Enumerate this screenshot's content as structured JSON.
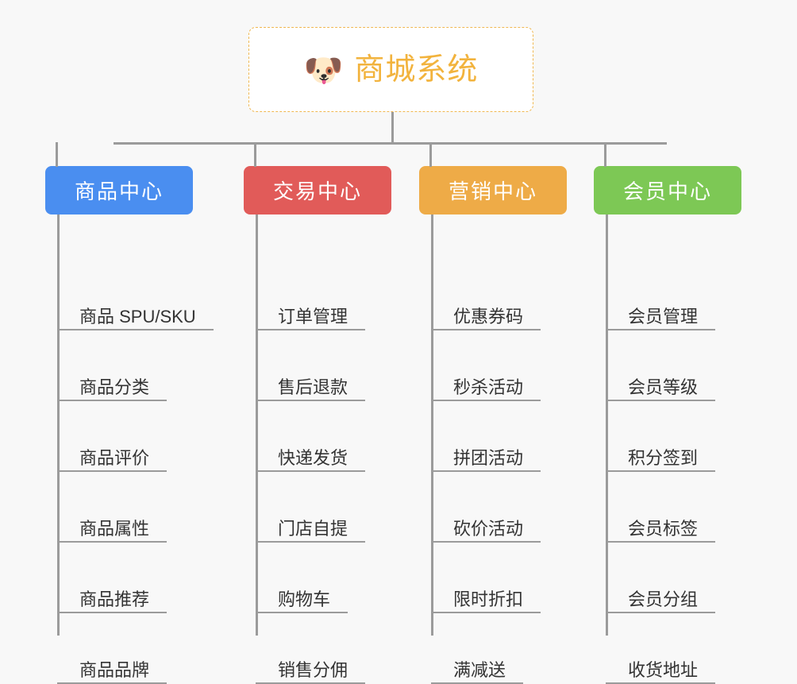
{
  "page": {
    "background_color": "#f8f8f8",
    "title": "商城系统功能结构图"
  },
  "root": {
    "icon": "dog-face-icon",
    "icon_glyph": "🐶",
    "label": "商城系统",
    "text_color": "#f2b33d",
    "border_color": "#f0b852",
    "background_color": "#ffffff"
  },
  "connector": {
    "color": "#9b9b9b"
  },
  "columns": [
    {
      "id": "product-center",
      "label": "商品中心",
      "color": "#4a8ef0",
      "items": [
        "商品 SPU/SKU",
        "商品分类",
        "商品评价",
        "商品属性",
        "商品推荐",
        "商品品牌"
      ]
    },
    {
      "id": "trade-center",
      "label": "交易中心",
      "color": "#e15b59",
      "items": [
        "订单管理",
        "售后退款",
        "快递发货",
        "门店自提",
        "购物车",
        "销售分佣"
      ]
    },
    {
      "id": "marketing-center",
      "label": "营销中心",
      "color": "#eeab47",
      "items": [
        "优惠券码",
        "秒杀活动",
        "拼团活动",
        "砍价活动",
        "限时折扣",
        "满减送"
      ]
    },
    {
      "id": "member-center",
      "label": "会员中心",
      "color": "#7dc855",
      "items": [
        "会员管理",
        "会员等级",
        "积分签到",
        "会员标签",
        "会员分组",
        "收货地址"
      ]
    }
  ]
}
